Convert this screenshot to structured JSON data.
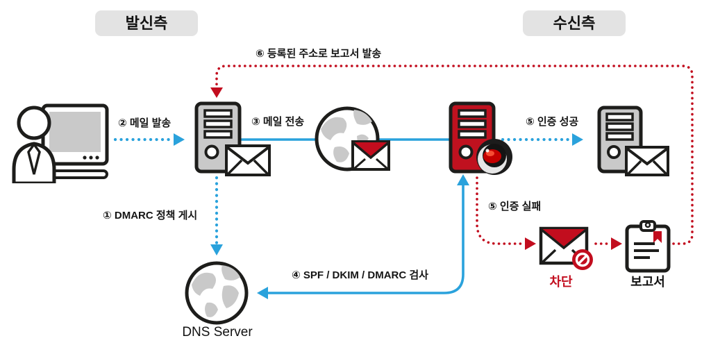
{
  "headers": {
    "sender": "발신측",
    "receiver": "수신측"
  },
  "steps": {
    "publish_policy": "① DMARC 정책 게시",
    "send_mail": "② 메일 발송",
    "transfer_mail": "③ 메일 전송",
    "check": "④ SPF / DKIM / DMARC 검사",
    "auth_success": "⑤ 인증 성공",
    "auth_fail": "⑤ 인증 실패",
    "send_report": "⑥ 등록된 주소로 보고서 발송"
  },
  "nodes": {
    "dns_server": "DNS Server",
    "blocked": "차단",
    "report": "보고서"
  },
  "colors": {
    "accent_blue": "#2aa2dc",
    "accent_red": "#c20d1e",
    "server_gray": "#c9c9c9",
    "server_red": "#c0111f",
    "header_bg": "#e3e3e3",
    "outline": "#1d1d1b"
  }
}
